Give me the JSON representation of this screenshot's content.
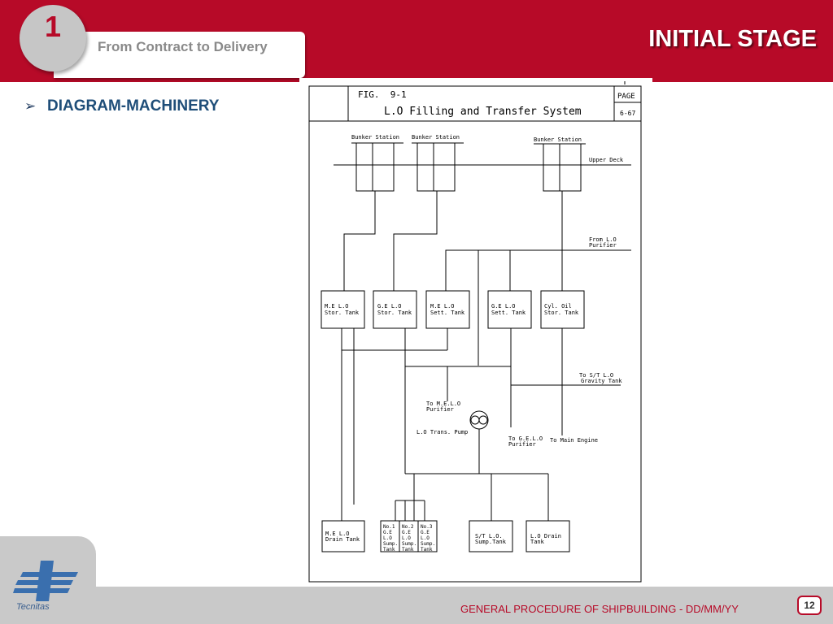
{
  "header": {
    "section_number": "1",
    "subtitle": "From Contract to Delivery",
    "title": "INITIAL STAGE",
    "bg_color": "#b70a28"
  },
  "bullet": {
    "icon": "arrow-bullet-icon",
    "text": "DIAGRAM-MACHINERY"
  },
  "diagram": {
    "fig_label": "FIG.  9-1",
    "title": "L.O Filling and Transfer System",
    "page_label": "PAGE",
    "page_number": "6-67",
    "bunker_stations": [
      "Bunker Station",
      "Bunker Station",
      "Bunker Station"
    ],
    "upper_deck": "Upper Deck",
    "from_purifier": [
      "From L.O",
      "Purifier"
    ],
    "tanks_top": [
      {
        "line1": "M.E L.O",
        "line2": "Stor. Tank"
      },
      {
        "line1": "G.E L.O",
        "line2": "Stor. Tank"
      },
      {
        "line1": "M.E L.O",
        "line2": "Sett. Tank"
      },
      {
        "line1": "G.E L.O",
        "line2": "Sett. Tank"
      },
      {
        "line1": "Cyl. Oil",
        "line2": "Stor. Tank"
      }
    ],
    "to_gravity": [
      "To S/T L.O",
      "Gravity Tank"
    ],
    "to_me_purifier": [
      "To M.E.L.O",
      "Purifier"
    ],
    "pump_label": "L.O Trans. Pump",
    "to_ge_purifier": [
      "To G.E.L.O",
      "Purifier"
    ],
    "to_main_engine": "To Main Engine",
    "me_drain": [
      "M.E L.O",
      "Drain Tank"
    ],
    "sump_tanks": [
      [
        "No.1",
        "G.E",
        "L.O",
        "Sump.",
        "Tank"
      ],
      [
        "No.2",
        "G.E",
        "L.O",
        "Sump.",
        "Tank"
      ],
      [
        "No.3",
        "G.E",
        "L.O",
        "Sump.",
        "Tank"
      ]
    ],
    "st_sump": [
      "S/T L.O.",
      "Sump.Tank"
    ],
    "lo_drain": [
      "L.O Drain",
      "Tank"
    ]
  },
  "logo": {
    "icon": "tecnitas-logo-icon",
    "text": "Tecnitas"
  },
  "footer": {
    "text": "GENERAL PROCEDURE OF SHIPBUILDING  - DD/MM/YY",
    "page": "12"
  }
}
